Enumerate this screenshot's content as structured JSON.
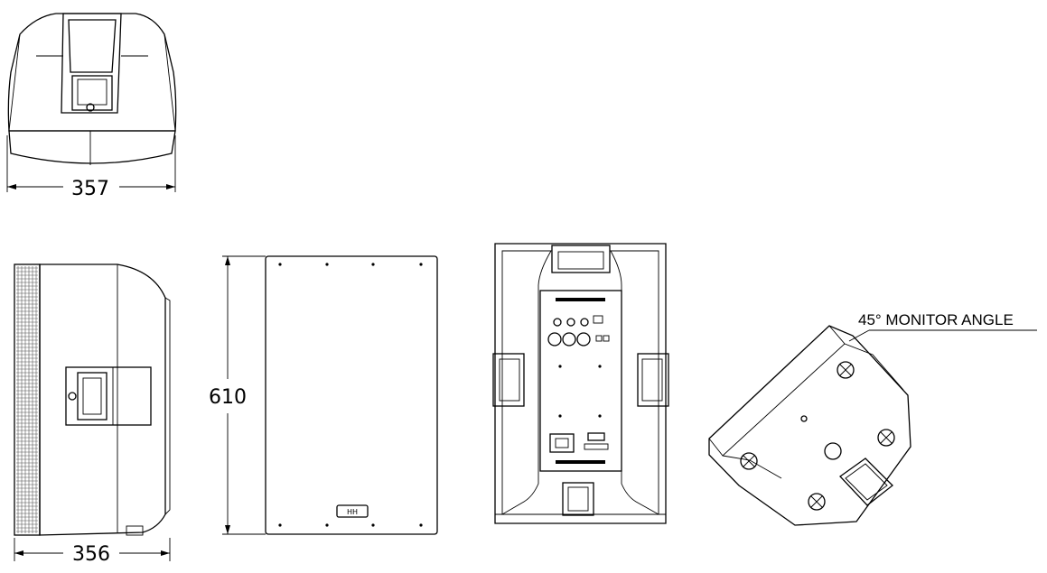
{
  "dimensions": {
    "width_top": "357",
    "depth_side": "356",
    "height_front": "610"
  },
  "annotation": {
    "monitor_angle": "45° MONITOR ANGLE"
  },
  "front_logo": "HH"
}
